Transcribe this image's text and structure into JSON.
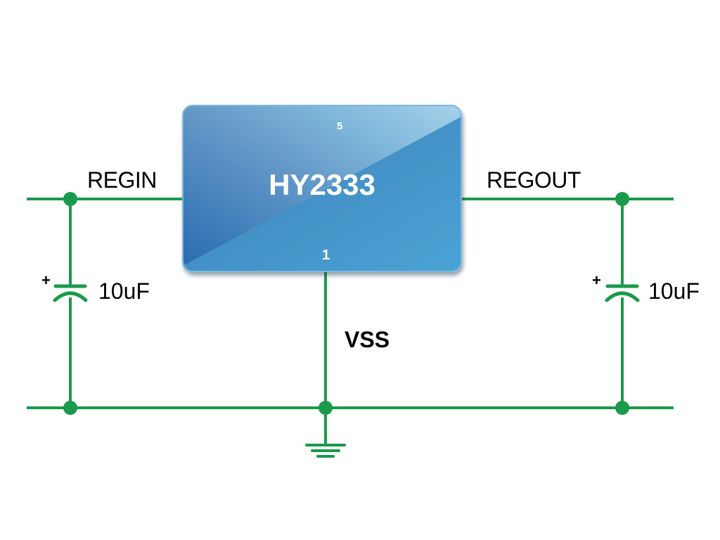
{
  "chip": {
    "part_number": "HY2333",
    "pin_top": "5",
    "pin_bottom": "1"
  },
  "nets": {
    "input": "REGIN",
    "output": "REGOUT",
    "ground": "VSS"
  },
  "capacitors": {
    "input": {
      "value": "10uF",
      "polarity": "+"
    },
    "output": {
      "value": "10uF",
      "polarity": "+"
    }
  },
  "colors": {
    "wire": "#1a9a4a",
    "chip_dark": "#2f7fbd",
    "chip_light": "#9fd0ea",
    "text": "#000000"
  },
  "icons": {
    "junction": "junction-dot-icon",
    "capacitor": "polarized-capacitor-icon",
    "ground": "ground-symbol-icon"
  }
}
